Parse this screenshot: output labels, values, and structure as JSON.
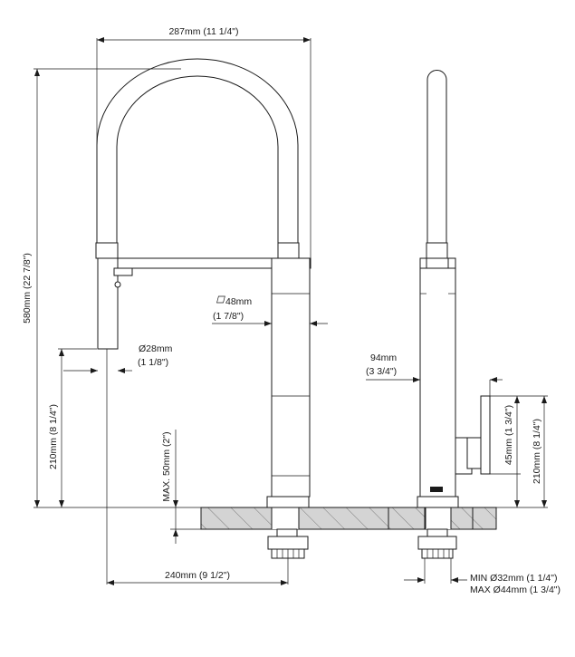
{
  "dimensions": {
    "overall_width": "287mm (11 1/4\")",
    "overall_height": "580mm (22 7/8\")",
    "square_body": "48mm",
    "square_body_inch": "(1 7/8\")",
    "sprayer_diameter": "Ø28mm",
    "sprayer_diameter_inch": "(1 1/8\")",
    "sprayer_height": "210mm (8 1/4\")",
    "max_deck": "MAX. 50mm (2\")",
    "reach": "240mm (9 1/2\")",
    "handle_projection": "94mm",
    "handle_projection_inch": "(3 3/4\")",
    "handle_height": "45mm (1 3/4\")",
    "side_height": "210mm (8 1/4\")",
    "hole_min": "MIN Ø32mm (1 1/4\")",
    "hole_max": "MAX Ø44mm (1 3/4\")"
  },
  "colors": {
    "line": "#1a1a1a",
    "counter": "#d4d4d4"
  }
}
